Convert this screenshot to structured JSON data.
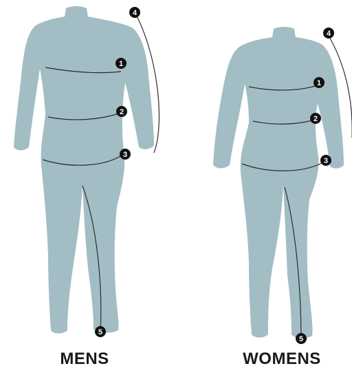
{
  "figures": [
    {
      "label": "MENS",
      "markers": [
        "1",
        "2",
        "3",
        "4",
        "5"
      ]
    },
    {
      "label": "WOMENS",
      "markers": [
        "1",
        "2",
        "3",
        "4",
        "5"
      ]
    }
  ],
  "colors": {
    "body_fill": "#a3bdc5",
    "line": "#2a2a2a",
    "marker_fill": "#111111",
    "marker_text": "#ffffff",
    "label": "#1a1a1a"
  }
}
